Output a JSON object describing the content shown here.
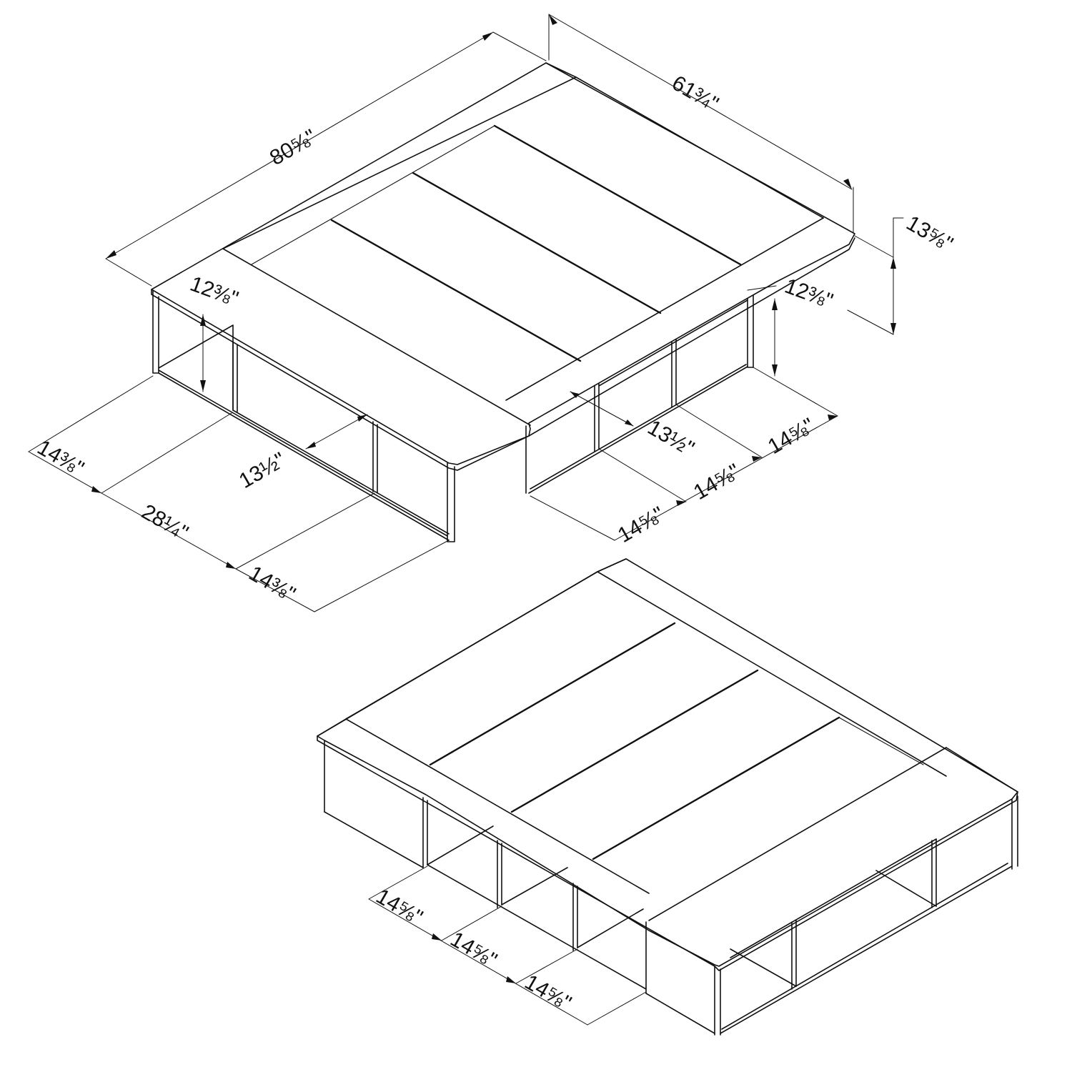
{
  "top_view": {
    "overall_length": "80⅝\"",
    "overall_width": "61¾\"",
    "overall_height": "13⅝\"",
    "left_inner_height": "12⅜\"",
    "right_inner_height": "12⅜\"",
    "side_end_left": "14⅜\"",
    "side_middle": "28¼\"",
    "side_end_right": "14⅜\"",
    "cubby_depth_left": "13½\"",
    "cubby_depth_right": "13½\"",
    "right_cubby_1": "14⅝\"",
    "right_cubby_2": "14⅝\"",
    "right_cubby_3": "14⅝\""
  },
  "bottom_view": {
    "cubby_1": "14⅝\"",
    "cubby_2": "14⅝\"",
    "cubby_3": "14⅝\""
  }
}
